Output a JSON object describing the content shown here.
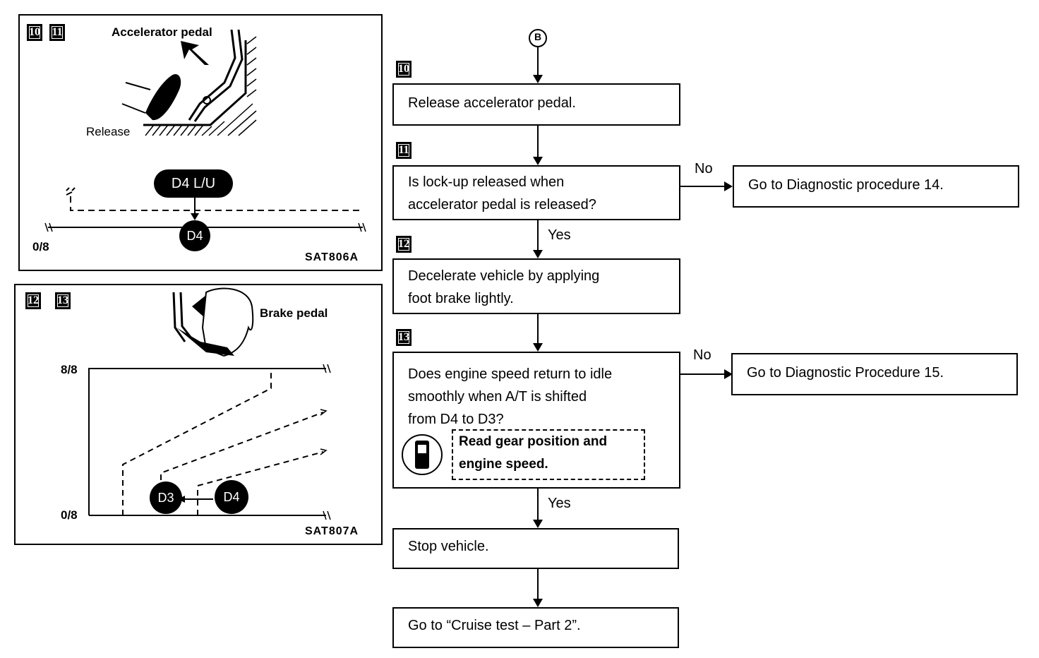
{
  "flowchart": {
    "connector": "B",
    "steps": [
      {
        "num": "10",
        "lines": [
          "Release accelerator pedal."
        ]
      },
      {
        "num": "11",
        "lines": [
          "Is lock-up released when",
          "accelerator pedal is released?"
        ]
      },
      {
        "num": "12",
        "lines": [
          "Decelerate vehicle by applying",
          "foot brake lightly."
        ]
      },
      {
        "num": "13",
        "lines": [
          "Does engine speed return to idle",
          "smoothly when A/T is shifted",
          "from D4 to D3?"
        ]
      },
      {
        "lines": [
          "Stop vehicle."
        ]
      },
      {
        "lines": [
          "Go to “Cruise test – Part 2”."
        ]
      }
    ],
    "no_label": "No",
    "yes_label": "Yes",
    "branch_11": "Go to Diagnostic procedure 14.",
    "branch_13": "Go to Diagnostic Procedure 15.",
    "note_lines": [
      "Read gear position and",
      "engine speed."
    ],
    "note_icon": "consult-tester-icon"
  },
  "panel_top": {
    "badges": [
      "10",
      "11"
    ],
    "pedal_label": "Accelerator pedal",
    "release_label": "Release",
    "lockup_label": "D4 L/U",
    "gear_label": "D4",
    "scale_min": "0/8",
    "code": "SAT806A"
  },
  "panel_bottom": {
    "badges": [
      "12",
      "13"
    ],
    "pedal_label": "Brake pedal",
    "scale_max": "8/8",
    "scale_min": "0/8",
    "gear_from": "D4",
    "gear_to": "D3",
    "code": "SAT807A"
  }
}
